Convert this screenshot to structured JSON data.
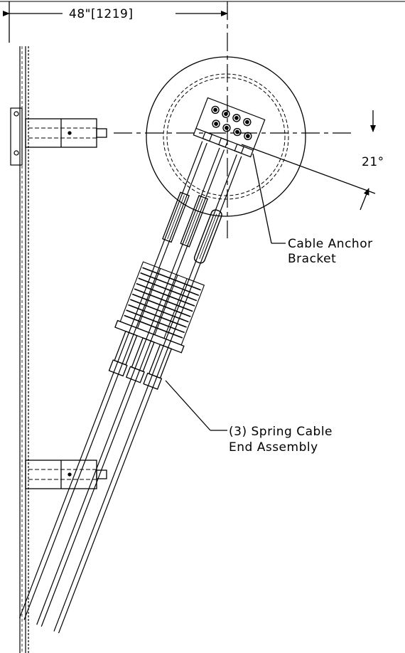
{
  "dimensions": {
    "width_label": "48\"[1219]",
    "angle_label": "21°"
  },
  "callouts": {
    "anchor_bracket_line1": "Cable Anchor",
    "anchor_bracket_line2": "Bracket",
    "spring_cable_line1": "(3) Spring Cable",
    "spring_cable_line2": "End Assembly"
  },
  "colors": {
    "line": "#000000",
    "background": "#ffffff"
  }
}
